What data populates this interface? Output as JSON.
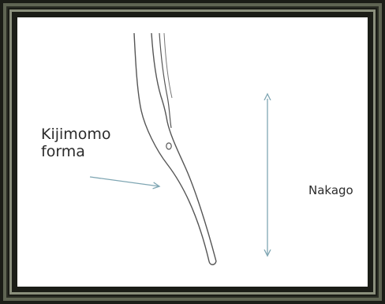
{
  "diagram": {
    "labels": {
      "kijimomo_line1": "Kijimomo",
      "kijimomo_line2": "forma",
      "nakago": "Nakago"
    },
    "colors": {
      "frame": "#1b1d17",
      "frame_border": "#5f6553",
      "inner_border": "#8a8f7c",
      "background": "#ffffff",
      "line": "#555555",
      "arrow": "#7fa6b3"
    }
  }
}
